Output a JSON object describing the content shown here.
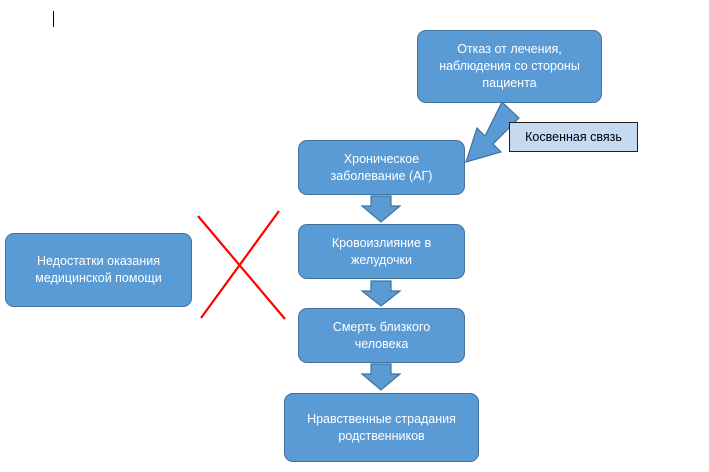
{
  "nodes": {
    "refusal": "Отказ от лечения, наблюдения со стороны пациента",
    "chronic": "Хроническое заболевание (АГ)",
    "hemorrhage": "Кровоизлияние в желудочки",
    "death": "Смерть близкого человека",
    "suffering": "Нравственные страдания родственников",
    "shortcomings": "Недостатки оказания медицинской помощи"
  },
  "indirect_link_label": "Косвенная связь",
  "colors": {
    "node_fill": "#5b9bd5",
    "node_border": "#41719c",
    "label_fill": "#c5d9f1",
    "cross": "#ff0000"
  }
}
